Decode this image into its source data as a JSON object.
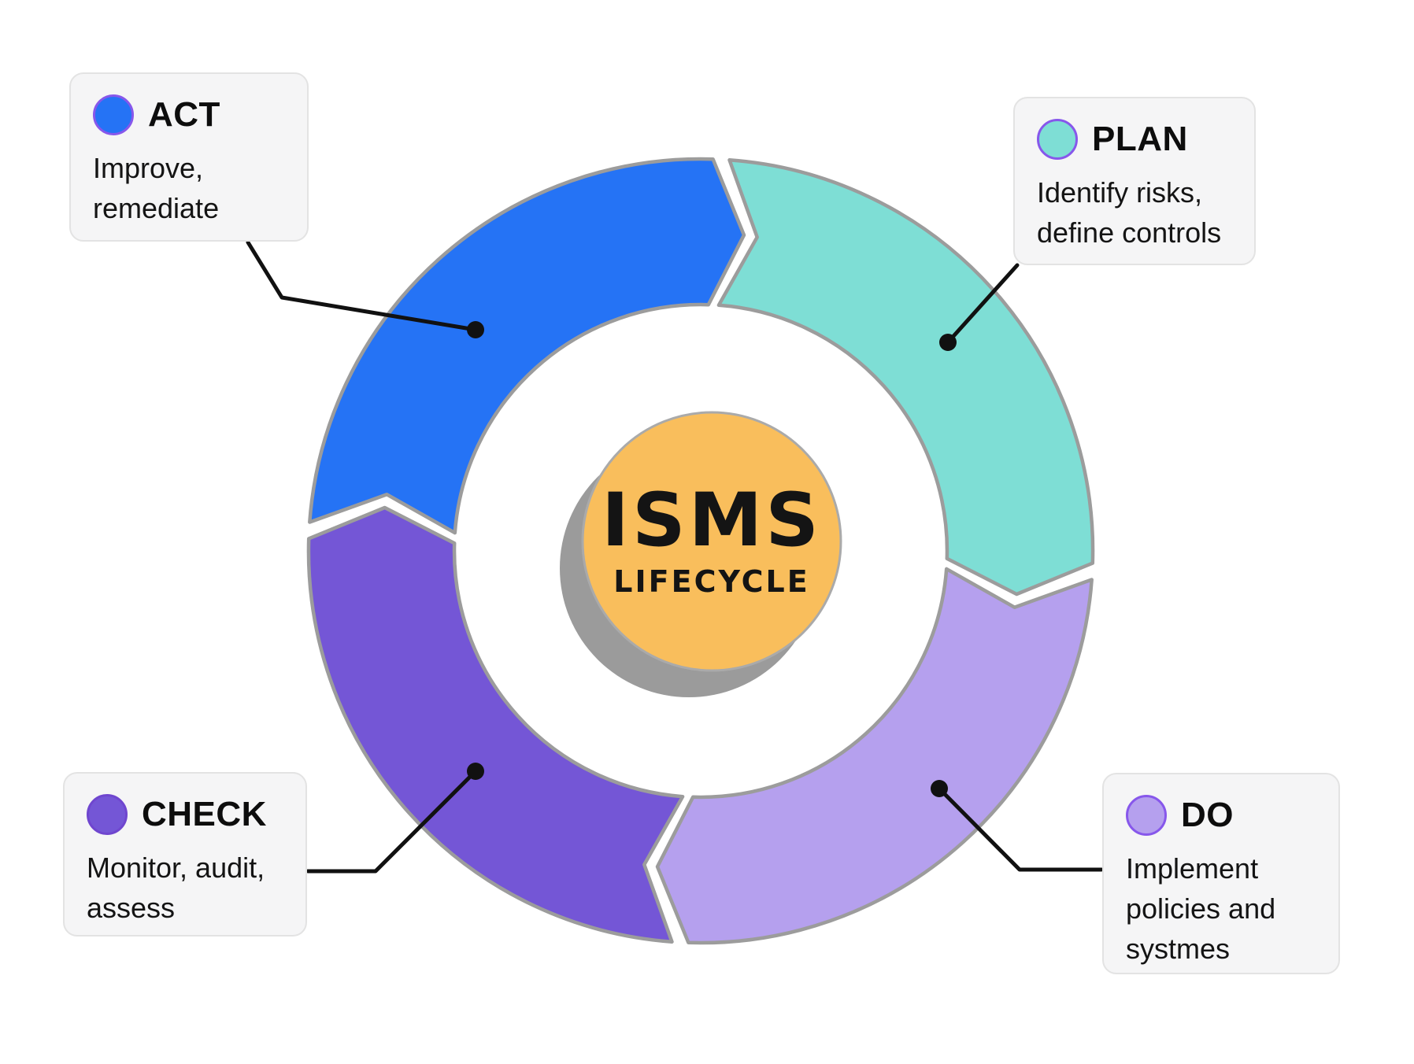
{
  "center": {
    "title": "ISMS",
    "subtitle": "LIFECYCLE"
  },
  "callouts": {
    "act": {
      "label": "ACT",
      "description": "Improve,\nremediate"
    },
    "plan": {
      "label": "PLAN",
      "description": "Identify risks,\ndefine controls"
    },
    "do": {
      "label": "DO",
      "description": "Implement\npolicies and\nsystmes"
    },
    "check": {
      "label": "CHECK",
      "description": "Monitor, audit,\nassess"
    }
  },
  "cycle_order": [
    "PLAN",
    "DO",
    "CHECK",
    "ACT"
  ],
  "colors": {
    "act": "#2573f5",
    "plan": "#7eded5",
    "do": "#b5a0ee",
    "check": "#7456d6",
    "center": "#f9be5c",
    "center_outline": "#aaaaaa",
    "shadow": "#9b9b9b",
    "segment_outline": "#9c9c9c",
    "connector": "#111111",
    "dot_outline": "#8757eb",
    "check_dot_outline": "#6f46cf"
  }
}
